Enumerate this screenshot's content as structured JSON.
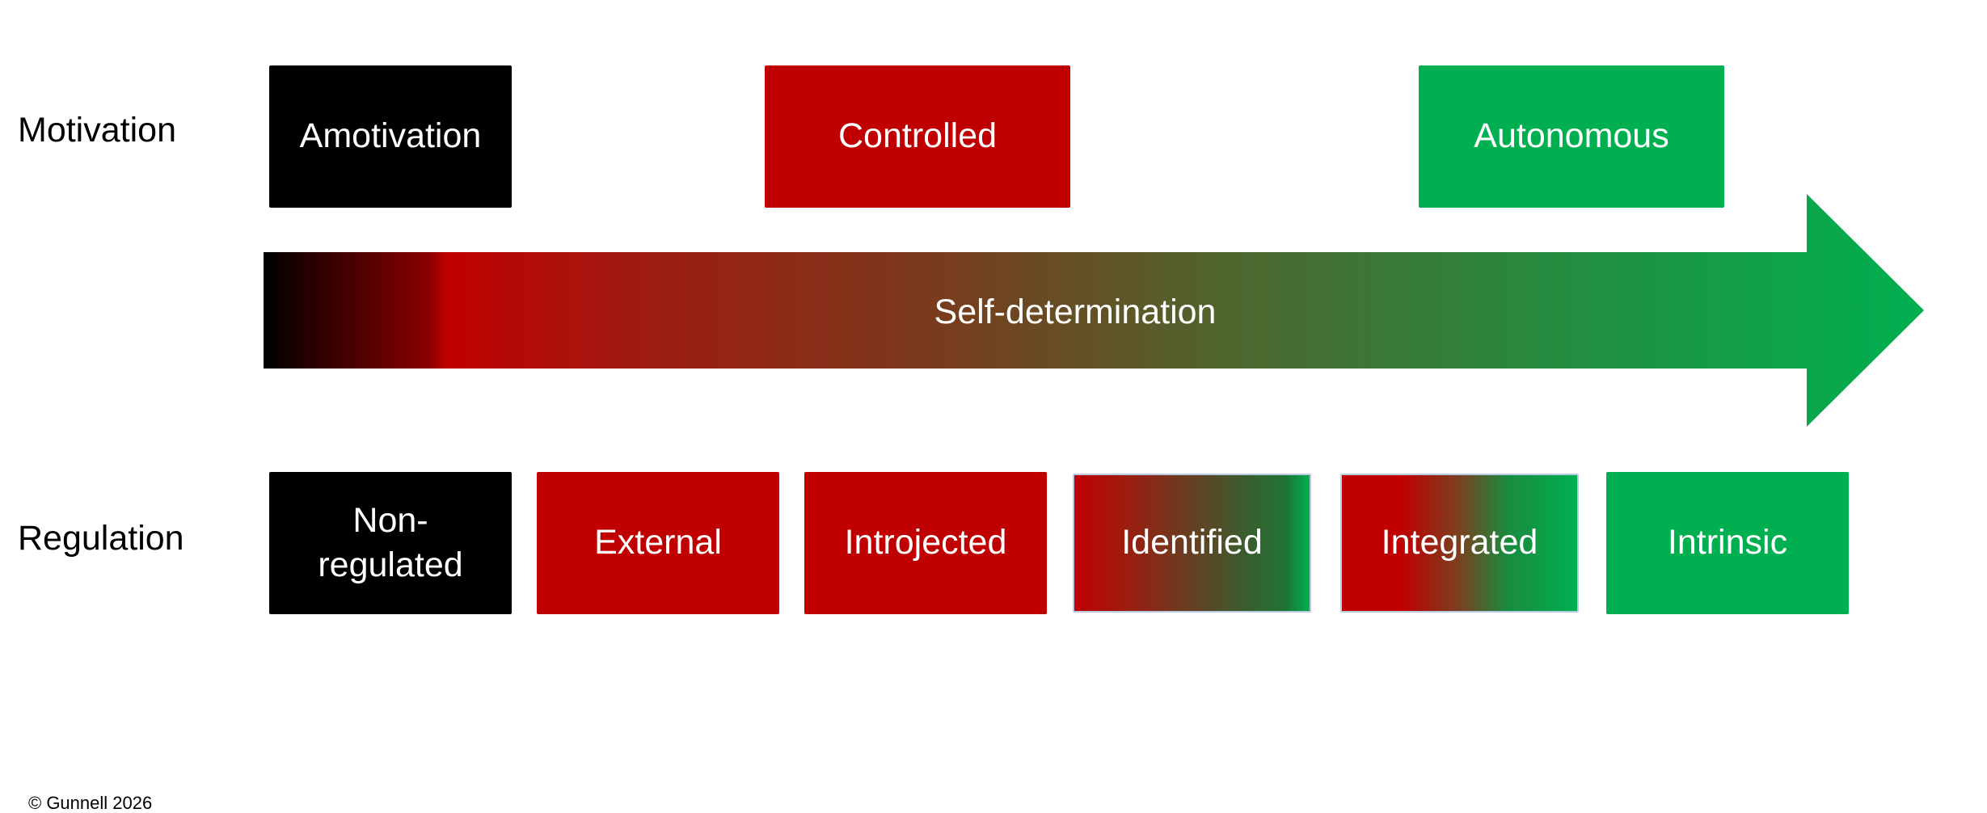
{
  "rows": {
    "motivation_label": "Motivation",
    "regulation_label": "Regulation"
  },
  "motivation": {
    "amotivation": "Amotivation",
    "controlled": "Controlled",
    "autonomous": "Autonomous"
  },
  "arrow": {
    "label": "Self-determination"
  },
  "regulation": {
    "non_regulated_line1": "Non-",
    "non_regulated_line2": "regulated",
    "external": "External",
    "introjected": "Introjected",
    "identified": "Identified",
    "integrated": "Integrated",
    "intrinsic": "Intrinsic"
  },
  "footer": "© Gunnell 2026",
  "colors": {
    "black": "#000000",
    "red": "#c00000",
    "green": "#00b050"
  }
}
